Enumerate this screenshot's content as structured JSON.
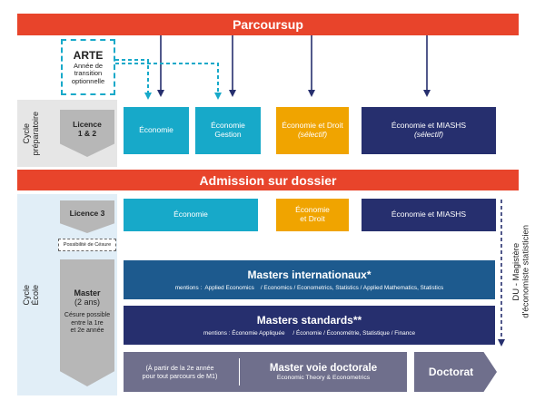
{
  "top_bar": "Parcoursup",
  "arte": {
    "title": "ARTE",
    "line1": "Année de",
    "line2": "transition",
    "line3": "optionnelle"
  },
  "cycle_prep": {
    "line1": "Cycle",
    "line2": "préparatoire"
  },
  "licence12": {
    "line1": "Licence",
    "line2": "1 & 2"
  },
  "first_row": {
    "economie": "Économie",
    "eco_gestion_1": "Économie",
    "eco_gestion_2": "Gestion",
    "eco_droit": "Économie et Droit",
    "eco_droit_sub": "(sélectif)",
    "eco_miashs": "Économie et MIASHS",
    "eco_miashs_sub": "(sélectif)"
  },
  "admission_bar": "Admission sur dossier",
  "cycle_ecole": {
    "line1": "Cycle",
    "line2": "École"
  },
  "licence3": "Licence 3",
  "cesure_note": "Possibilité de Césure",
  "third_row": {
    "economie": "Économie",
    "eco_droit_1": "Économie",
    "eco_droit_2": "et Droit",
    "eco_miashs": "Économie et MIASHS"
  },
  "master": {
    "title": "Master",
    "duration": "(2 ans)",
    "cesure_1": "Césure possible",
    "cesure_2": "entre la 1re",
    "cesure_3": "et 2e année"
  },
  "masters_internationaux": {
    "title": "Masters internationaux*",
    "mentions": "mentions :  Applied Economics    / Economics / Econometrics, Statistics / Applied Mathematics, Statistics"
  },
  "masters_standards": {
    "title": "Masters standards**",
    "mentions": "mentions : Économie Appliquée     / Économie / Économétrie, Statistique / Finance"
  },
  "voie_doctorale": {
    "left_1": "(À partir de la 2e année",
    "left_2": "pour tout parcours de M1)",
    "title": "Master voie doctorale",
    "sub": "Economic Theory & Econometrics"
  },
  "doctorat": "Doctorat",
  "du_magistere": {
    "line1": "DU - Magistère",
    "line2": "d'économiste statisticien"
  },
  "colors": {
    "red": "#e8442b",
    "teal": "#17a9c9",
    "orange": "#f0a400",
    "navy": "#262f6e",
    "gray_dark": "#6f6f8c",
    "chevron_gray": "#b7b7b7"
  }
}
